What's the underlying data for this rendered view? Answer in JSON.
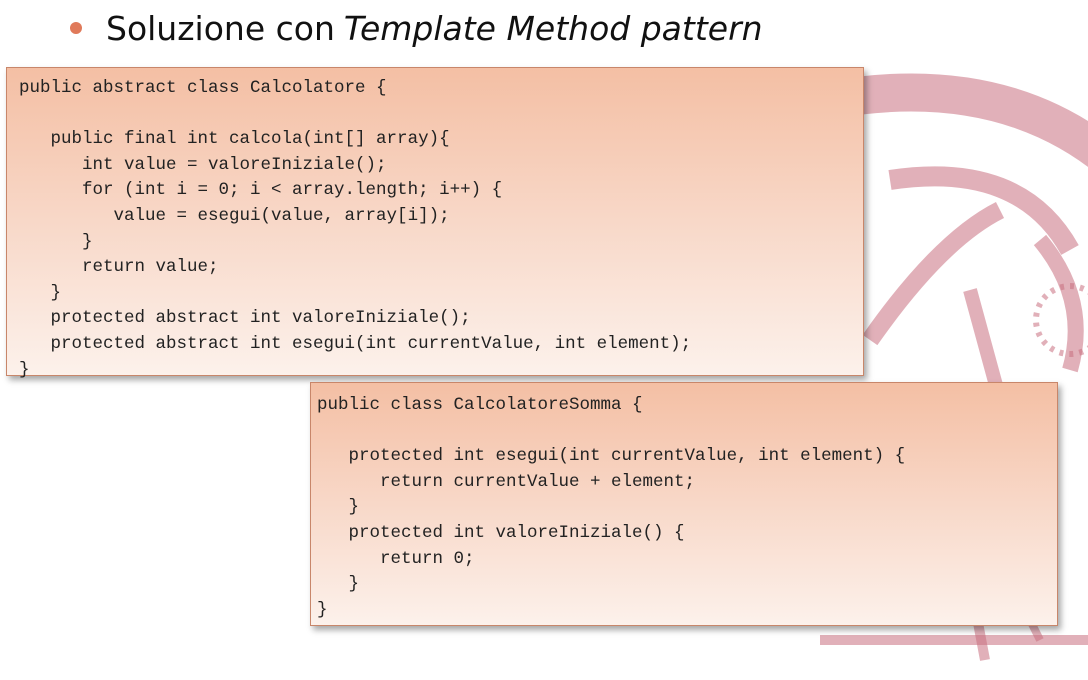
{
  "heading": {
    "prefix": "Soluzione con",
    "emphasis": "Template Method pattern"
  },
  "code_blocks": {
    "abstract_class": [
      "public abstract class Calcolatore {",
      "",
      "   public final int calcola(int[] array){",
      "      int value = valoreIniziale();",
      "      for (int i = 0; i < array.length; i++) {",
      "         value = esegui(value, array[i]);",
      "      }",
      "      return value;",
      "   }",
      "   protected abstract int valoreIniziale();",
      "   protected abstract int esegui(int currentValue, int element);",
      "}"
    ],
    "concrete_class": [
      "public class CalcolatoreSomma {",
      "",
      "   protected int esegui(int currentValue, int element) {",
      "      return currentValue + element;",
      "   }",
      "   protected int valoreIniziale() {",
      "      return 0;",
      "   }",
      "}"
    ]
  },
  "colors": {
    "bullet": "#e07a5a",
    "code_bg_top": "#f4bfa4",
    "seal": "#c9707f"
  }
}
